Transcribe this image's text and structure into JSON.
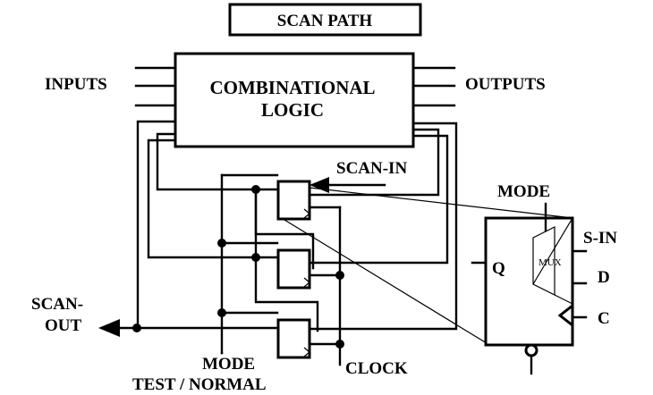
{
  "title": "SCAN PATH",
  "block": {
    "line1": "COMBINATIONAL",
    "line2": "LOGIC"
  },
  "labels": {
    "inputs": "INPUTS",
    "outputs": "OUTPUTS",
    "scan_in": "SCAN-IN",
    "scan_out_1": "SCAN-",
    "scan_out_2": "OUT",
    "mode_bottom": "MODE",
    "test_normal": "TEST / NORMAL",
    "clock": "CLOCK"
  },
  "detail": {
    "mode": "MODE",
    "s_in": "S-IN",
    "d": "D",
    "c": "C",
    "q": "Q",
    "mux": "MUX"
  }
}
